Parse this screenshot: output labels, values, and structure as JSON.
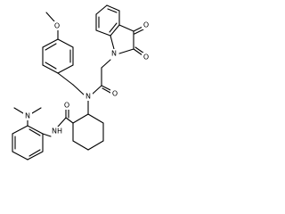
{
  "atoms": {
    "methoxy_o": "O",
    "isatin_n": "N",
    "ketone_o_upper": "O",
    "ketone_o_lower": "O",
    "amide_o": "O",
    "amide_n": "N",
    "carboxamide_o": "O",
    "carboxamide_nh": "NH",
    "dimethylamino_n": "N"
  },
  "colors": {
    "bond": "#000000",
    "label": "#000000",
    "background": "#ffffff"
  }
}
